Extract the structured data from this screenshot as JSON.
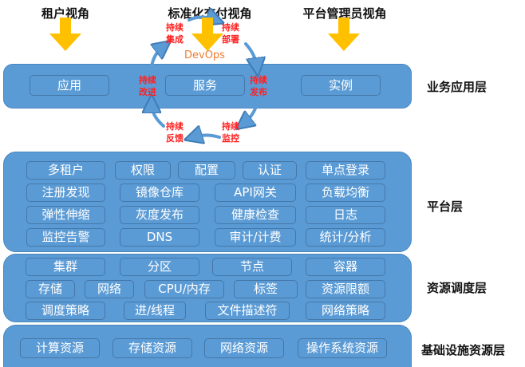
{
  "perspectives": [
    {
      "label": "租户视角"
    },
    {
      "label": "标准化交付视角"
    },
    {
      "label": "平台管理员视角"
    }
  ],
  "colors": {
    "layer_fill": "#5B9BD5",
    "arrow": "#FFC000",
    "cycle_text": "#FF2020",
    "devops_text": "#ED7D31"
  },
  "devops": {
    "title": "DevOps",
    "steps": [
      {
        "line1": "持续",
        "line2": "集成"
      },
      {
        "line1": "持续",
        "line2": "部署"
      },
      {
        "line1": "持续",
        "line2": "发布"
      },
      {
        "line1": "持续",
        "line2": "监控"
      },
      {
        "line1": "持续",
        "line2": "反馈"
      },
      {
        "line1": "持续",
        "line2": "改进"
      }
    ]
  },
  "layers": {
    "business": {
      "label": "业务应用层",
      "items": [
        "应用",
        "服务",
        "实例"
      ]
    },
    "platform": {
      "label": "平台层",
      "rows": [
        [
          "多租户",
          "权限",
          "配置",
          "认证",
          "单点登录"
        ],
        [
          "注册发现",
          "镜像仓库",
          "API网关",
          "负载均衡"
        ],
        [
          "弹性伸缩",
          "灰度发布",
          "健康检查",
          "日志"
        ],
        [
          "监控告警",
          "DNS",
          "审计/计费",
          "统计/分析"
        ]
      ]
    },
    "scheduling": {
      "label": "资源调度层",
      "rows": [
        [
          "集群",
          "分区",
          "节点",
          "容器"
        ],
        [
          "存储",
          "网络",
          "CPU/内存",
          "标签",
          "资源限额"
        ],
        [
          "调度策略",
          "进/线程",
          "文件描述符",
          "网络策略"
        ]
      ]
    },
    "infra": {
      "label": "基础设施资源层",
      "items": [
        "计算资源",
        "存储资源",
        "网络资源",
        "操作系统资源"
      ]
    }
  }
}
